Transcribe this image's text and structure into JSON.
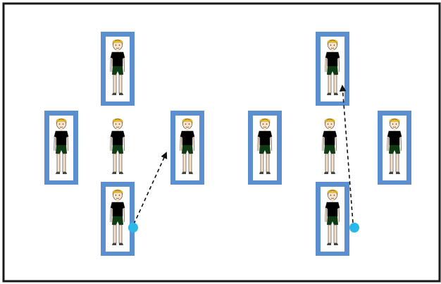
{
  "colors": {
    "frame": "#1a1a1a",
    "card_border": "#5b8fd0",
    "card_fill": "#ffffff",
    "player_shirt": "#2a4aa3",
    "center_shirt": "#2f9a3e",
    "shorts": "#0f3a14",
    "hair": "#f2c428",
    "skin": "#fbe3c9",
    "ball": "#29b8e8",
    "arrow": "#111111"
  },
  "diagrams": [
    {
      "id": "left",
      "figures": [
        {
          "name": "top",
          "role": "teammate",
          "card": true
        },
        {
          "name": "left",
          "role": "teammate",
          "card": true
        },
        {
          "name": "center",
          "role": "center-player",
          "card": false
        },
        {
          "name": "right",
          "role": "teammate",
          "card": true
        },
        {
          "name": "bottom",
          "role": "ball-carrier",
          "card": true
        }
      ],
      "pass": {
        "from": "bottom",
        "to": "right",
        "style": "dashed-arrow"
      }
    },
    {
      "id": "right",
      "figures": [
        {
          "name": "top",
          "role": "teammate",
          "card": true
        },
        {
          "name": "left",
          "role": "teammate",
          "card": true
        },
        {
          "name": "center",
          "role": "center-player",
          "card": false
        },
        {
          "name": "right",
          "role": "teammate",
          "card": true
        },
        {
          "name": "bottom",
          "role": "ball-carrier",
          "card": true
        }
      ],
      "pass": {
        "from": "bottom",
        "to": "top",
        "style": "dashed-arrow"
      }
    }
  ],
  "icons": {
    "person": "person-figure-icon",
    "ball": "ball-icon",
    "arrow": "dashed-arrow-icon"
  }
}
